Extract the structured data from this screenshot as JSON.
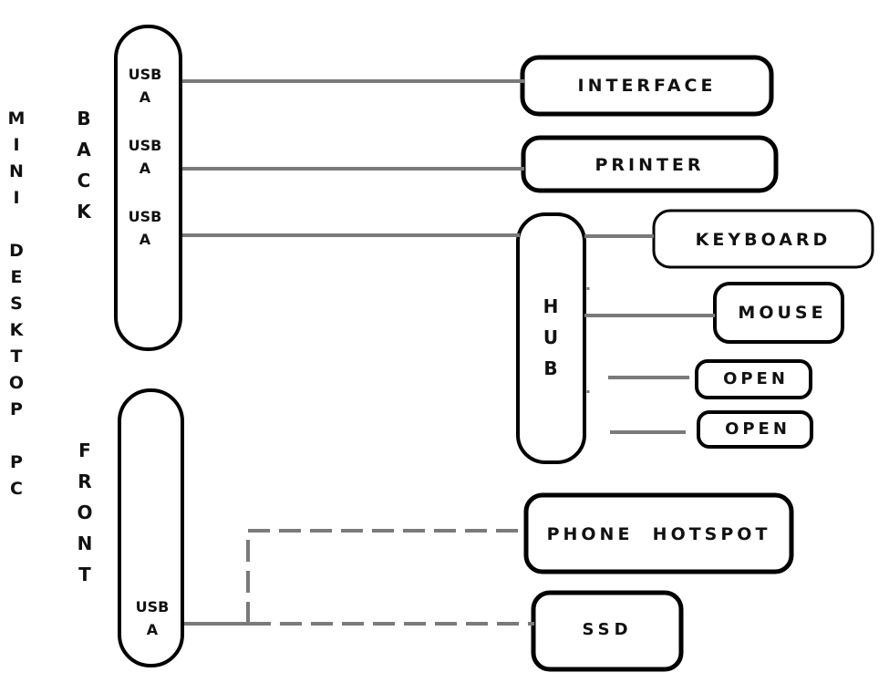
{
  "computer": {
    "label_letters": [
      "M",
      "I",
      "N",
      "I",
      "",
      "D",
      "E",
      "S",
      "K",
      "T",
      "O",
      "P",
      "",
      "P",
      "C"
    ]
  },
  "back_panel": {
    "label_letters": [
      "B",
      "A",
      "C",
      "K"
    ],
    "ports": [
      {
        "line1": "USB",
        "line2": "A"
      },
      {
        "line1": "USB",
        "line2": "A"
      },
      {
        "line1": "USB",
        "line2": "A"
      }
    ]
  },
  "front_panel": {
    "label_letters": [
      "F",
      "R",
      "O",
      "N",
      "T"
    ],
    "ports": [
      {
        "line1": "USB",
        "line2": "A"
      }
    ]
  },
  "hub": {
    "label_letters": [
      "H",
      "U",
      "B"
    ]
  },
  "devices": {
    "interface": "INTERFACE",
    "printer": "PRINTER",
    "keyboard": "KEYBOARD",
    "mouse": "MOUSE",
    "open_1": "OPEN",
    "open_2": "OPEN",
    "phone_hotspot": "PHONE  HOTSPOT",
    "ssd": "SSD"
  },
  "colors": {
    "outline": "#000000",
    "connector": "#7a7a7a",
    "text": "#111111"
  }
}
